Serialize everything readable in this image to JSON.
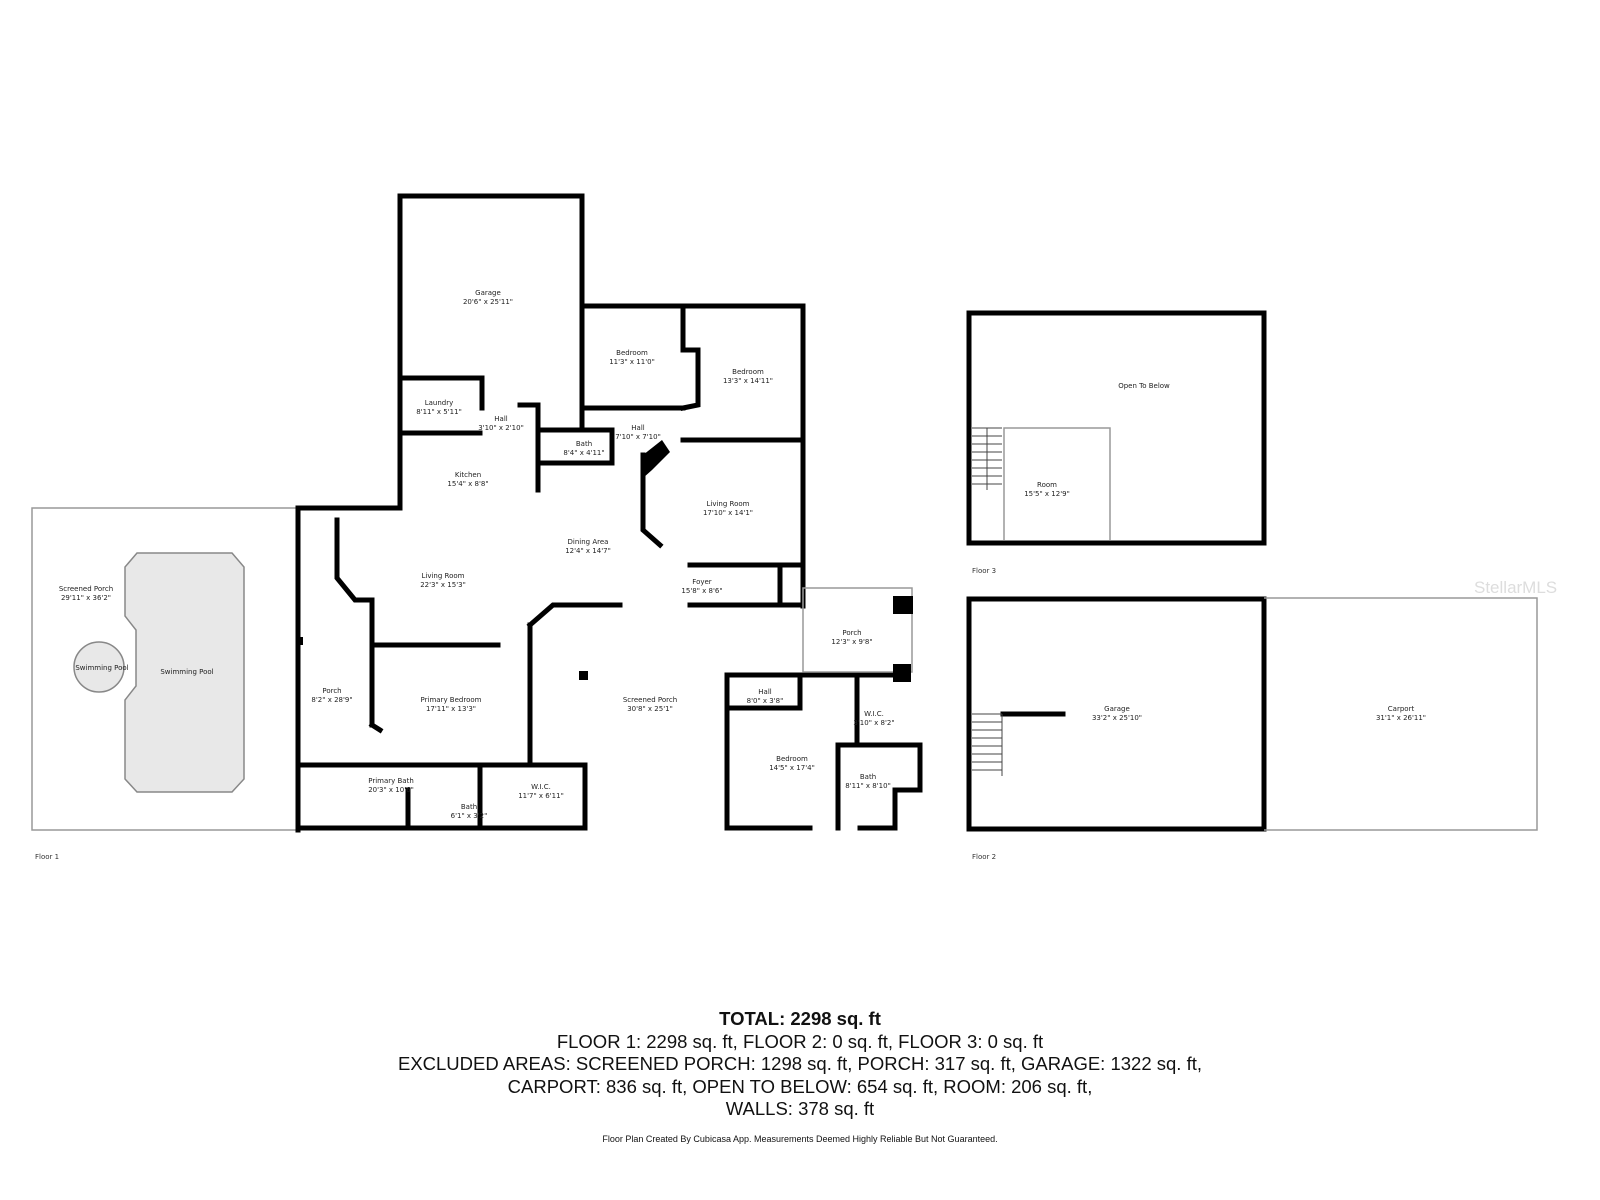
{
  "floors": {
    "floor1": {
      "label": "Floor 1",
      "rooms": [
        {
          "name": "Garage",
          "dims": "20'6\" x 25'11\""
        },
        {
          "name": "Bedroom",
          "dims": "11'3\" x 11'0\""
        },
        {
          "name": "Bedroom",
          "dims": "13'3\" x 14'11\""
        },
        {
          "name": "Laundry",
          "dims": "8'11\" x 5'11\""
        },
        {
          "name": "Hall",
          "dims": "3'10\" x 2'10\""
        },
        {
          "name": "Hall",
          "dims": "7'10\" x 7'10\""
        },
        {
          "name": "Bath",
          "dims": "8'4\" x 4'11\""
        },
        {
          "name": "Kitchen",
          "dims": "15'4\" x 8'8\""
        },
        {
          "name": "Dining Area",
          "dims": "12'4\" x 14'7\""
        },
        {
          "name": "Living Room",
          "dims": "17'10\" x 14'1\""
        },
        {
          "name": "Living Room",
          "dims": "22'3\" x 15'3\""
        },
        {
          "name": "Foyer",
          "dims": "15'8\" x 8'6\""
        },
        {
          "name": "Screened Porch",
          "dims": "29'11\" x 36'2\""
        },
        {
          "name": "Swimming Pool",
          "dims": ""
        },
        {
          "name": "Swimming Pool",
          "dims": ""
        },
        {
          "name": "Porch",
          "dims": "8'2\" x 28'9\""
        },
        {
          "name": "Primary Bedroom",
          "dims": "17'11\" x 13'3\""
        },
        {
          "name": "Screened Porch",
          "dims": "30'8\" x 25'1\""
        },
        {
          "name": "Porch",
          "dims": "12'3\" x 9'8\""
        },
        {
          "name": "Hall",
          "dims": "8'0\" x 3'8\""
        },
        {
          "name": "W.I.C.",
          "dims": "3'10\" x 8'2\""
        },
        {
          "name": "Bedroom",
          "dims": "14'5\" x 17'4\""
        },
        {
          "name": "Bath",
          "dims": "8'11\" x 8'10\""
        },
        {
          "name": "Primary Bath",
          "dims": "20'3\" x 10'6\""
        },
        {
          "name": "Bath",
          "dims": "6'1\" x 3'2\""
        },
        {
          "name": "W.I.C.",
          "dims": "11'7\" x 6'11\""
        }
      ]
    },
    "floor2": {
      "label": "Floor 2",
      "rooms": [
        {
          "name": "Garage",
          "dims": "33'2\" x 25'10\""
        },
        {
          "name": "Carport",
          "dims": "31'1\" x 26'11\""
        }
      ]
    },
    "floor3": {
      "label": "Floor 3",
      "rooms": [
        {
          "name": "Open To Below",
          "dims": ""
        },
        {
          "name": "Room",
          "dims": "15'5\" x 12'9\""
        }
      ]
    }
  },
  "summary": {
    "total": "TOTAL: 2298 sq. ft",
    "floors": "FLOOR 1: 2298 sq. ft, FLOOR 2: 0 sq. ft, FLOOR 3: 0 sq. ft",
    "excluded1": "EXCLUDED AREAS: SCREENED PORCH: 1298 sq. ft, PORCH: 317 sq. ft, GARAGE: 1322 sq. ft,",
    "excluded2": "CARPORT: 836 sq. ft, OPEN TO BELOW: 654 sq. ft, ROOM: 206 sq. ft,",
    "walls": "WALLS: 378 sq. ft",
    "disclaimer": "Floor Plan Created By Cubicasa App. Measurements Deemed Highly Reliable But Not Guaranteed."
  },
  "watermark": "StellarMLS",
  "colors": {
    "wall": "#000000",
    "pool": "#e8e8e8"
  }
}
